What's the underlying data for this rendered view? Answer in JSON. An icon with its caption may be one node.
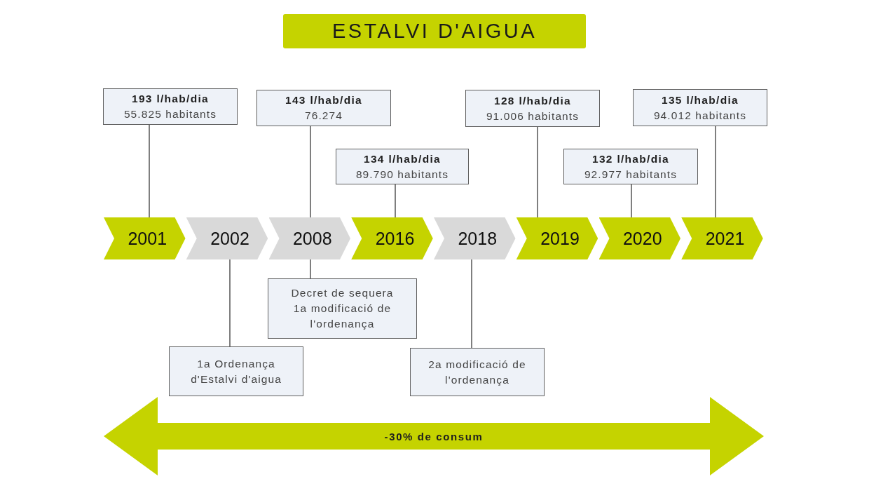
{
  "diagram": {
    "title": "ESTALVI D'AIGUA",
    "nodes": [
      {
        "text": [
          "193 l/hab/dia",
          "55.825 habitants"
        ]
      },
      {
        "text": [
          "143 l/hab/dia",
          "76.274"
        ]
      },
      {
        "text": [
          "134 l/hab/dia",
          "89.790 habitants"
        ]
      },
      {
        "text": [
          "128 l/hab/dia",
          "91.006 habitants"
        ]
      },
      {
        "text": [
          "132 l/hab/dia",
          "92.977 habitants"
        ]
      },
      {
        "text": [
          "135 l/hab/dia",
          "94.012 habitants"
        ]
      },
      {
        "text": [
          "2001"
        ]
      },
      {
        "text": [
          "2002"
        ]
      },
      {
        "text": [
          "2008"
        ]
      },
      {
        "text": [
          "2016"
        ]
      },
      {
        "text": [
          "2018"
        ]
      },
      {
        "text": [
          "2019"
        ]
      },
      {
        "text": [
          "2020"
        ]
      },
      {
        "text": [
          "2021"
        ]
      },
      {
        "text": [
          "1a Ordenança d'Estalvi d'aigua"
        ]
      },
      {
        "text": [
          "Decret de sequera",
          "1a modificació de l'ordenança"
        ]
      },
      {
        "text": [
          "2a modificació de l'ordenança"
        ]
      },
      {
        "text": [
          "-30% de consum"
        ]
      }
    ],
    "edges": [
      {
        "from": 0,
        "to": 6,
        "arrow": "none"
      },
      {
        "from": 1,
        "to": 8,
        "arrow": "none"
      },
      {
        "from": 2,
        "to": 9,
        "arrow": "none"
      },
      {
        "from": 3,
        "to": 11,
        "arrow": "none"
      },
      {
        "from": 4,
        "to": 12,
        "arrow": "none"
      },
      {
        "from": 5,
        "to": 13,
        "arrow": "none"
      },
      {
        "from": 14,
        "to": 7,
        "arrow": "none"
      },
      {
        "from": 15,
        "to": 8,
        "arrow": "none"
      },
      {
        "from": 16,
        "to": 10,
        "arrow": "none"
      }
    ]
  }
}
